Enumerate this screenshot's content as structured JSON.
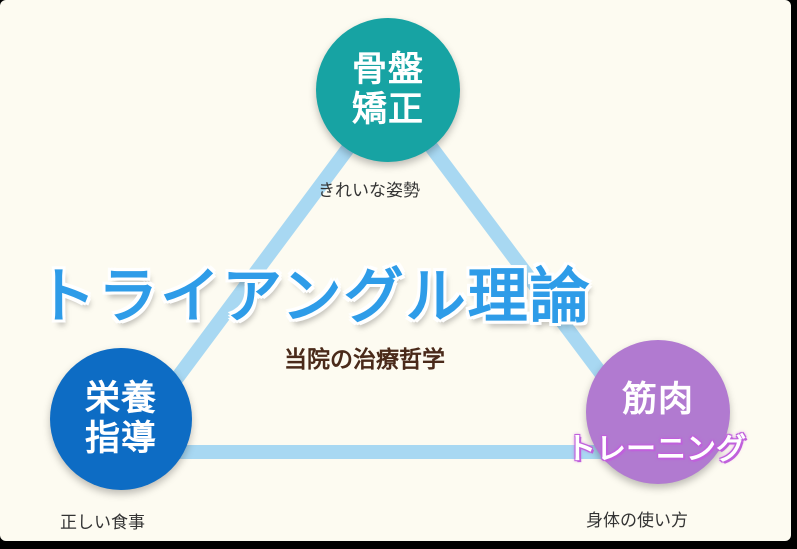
{
  "title": "トライアングル理論",
  "subtitle": "当院の治療哲学",
  "nodes": {
    "top": {
      "line1": "骨盤",
      "line2": "矯正",
      "caption": "きれいな姿勢"
    },
    "left": {
      "line1": "栄養",
      "line2": "指導",
      "caption": "正しい食事"
    },
    "right": {
      "line1": "筋肉",
      "line2": "トレーニング",
      "caption": "身体の使い方"
    }
  },
  "colors": {
    "background": "#fdfbf1",
    "triangle": "#a8d8f2",
    "title": "#2e9ce8",
    "top_circle": "#17a3a3",
    "left_circle": "#0d6cc4",
    "right_circle": "#b17ad0",
    "subtitle": "#4a2a1a"
  }
}
